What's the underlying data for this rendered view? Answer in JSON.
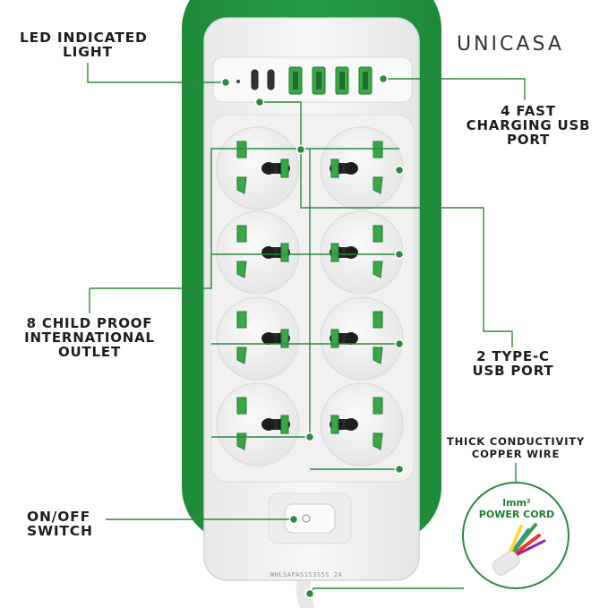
{
  "brand": "UNICASA",
  "labels": {
    "led": [
      "LED INDICATED",
      "LIGHT"
    ],
    "usb_fast": [
      "4 FAST",
      "CHARGING USB",
      "PORT"
    ],
    "outlets": [
      "8 CHILD PROOF",
      "INTERNATIONAL",
      "OUTLET"
    ],
    "type_c": [
      "2 TYPE-C",
      "USB PORT"
    ],
    "copper": [
      "THICK CONDUCTIVITY",
      "COPPER WIRE"
    ],
    "switch": [
      "ON/OFF",
      "SWITCH"
    ]
  },
  "cord": {
    "size": "lmm²",
    "name": "POWER CORD"
  },
  "serial": "WHLSAPAS1S3S5S 24",
  "colors": {
    "accent_green": "#2b8a3e",
    "line_green": "#1e7e34",
    "body_white": "#f4f4f4",
    "outlet_green": "#3aa845"
  }
}
